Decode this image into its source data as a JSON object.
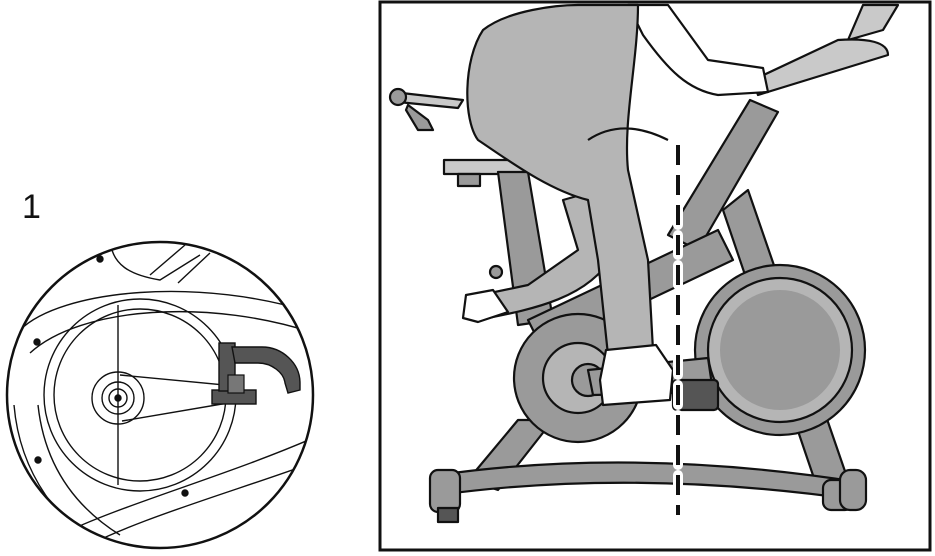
{
  "step": {
    "number": "1"
  },
  "colors": {
    "line": "#111111",
    "bike_gray": "#9a9a9a",
    "clothing_gray": "#a9a9a9",
    "light_gray": "#d3d3d3",
    "white": "#ffffff"
  },
  "icons": {
    "detail": "pedal-closeup-magnifier",
    "scene": "rider-on-exercise-bike",
    "guide": "dashed-alignment-line"
  }
}
